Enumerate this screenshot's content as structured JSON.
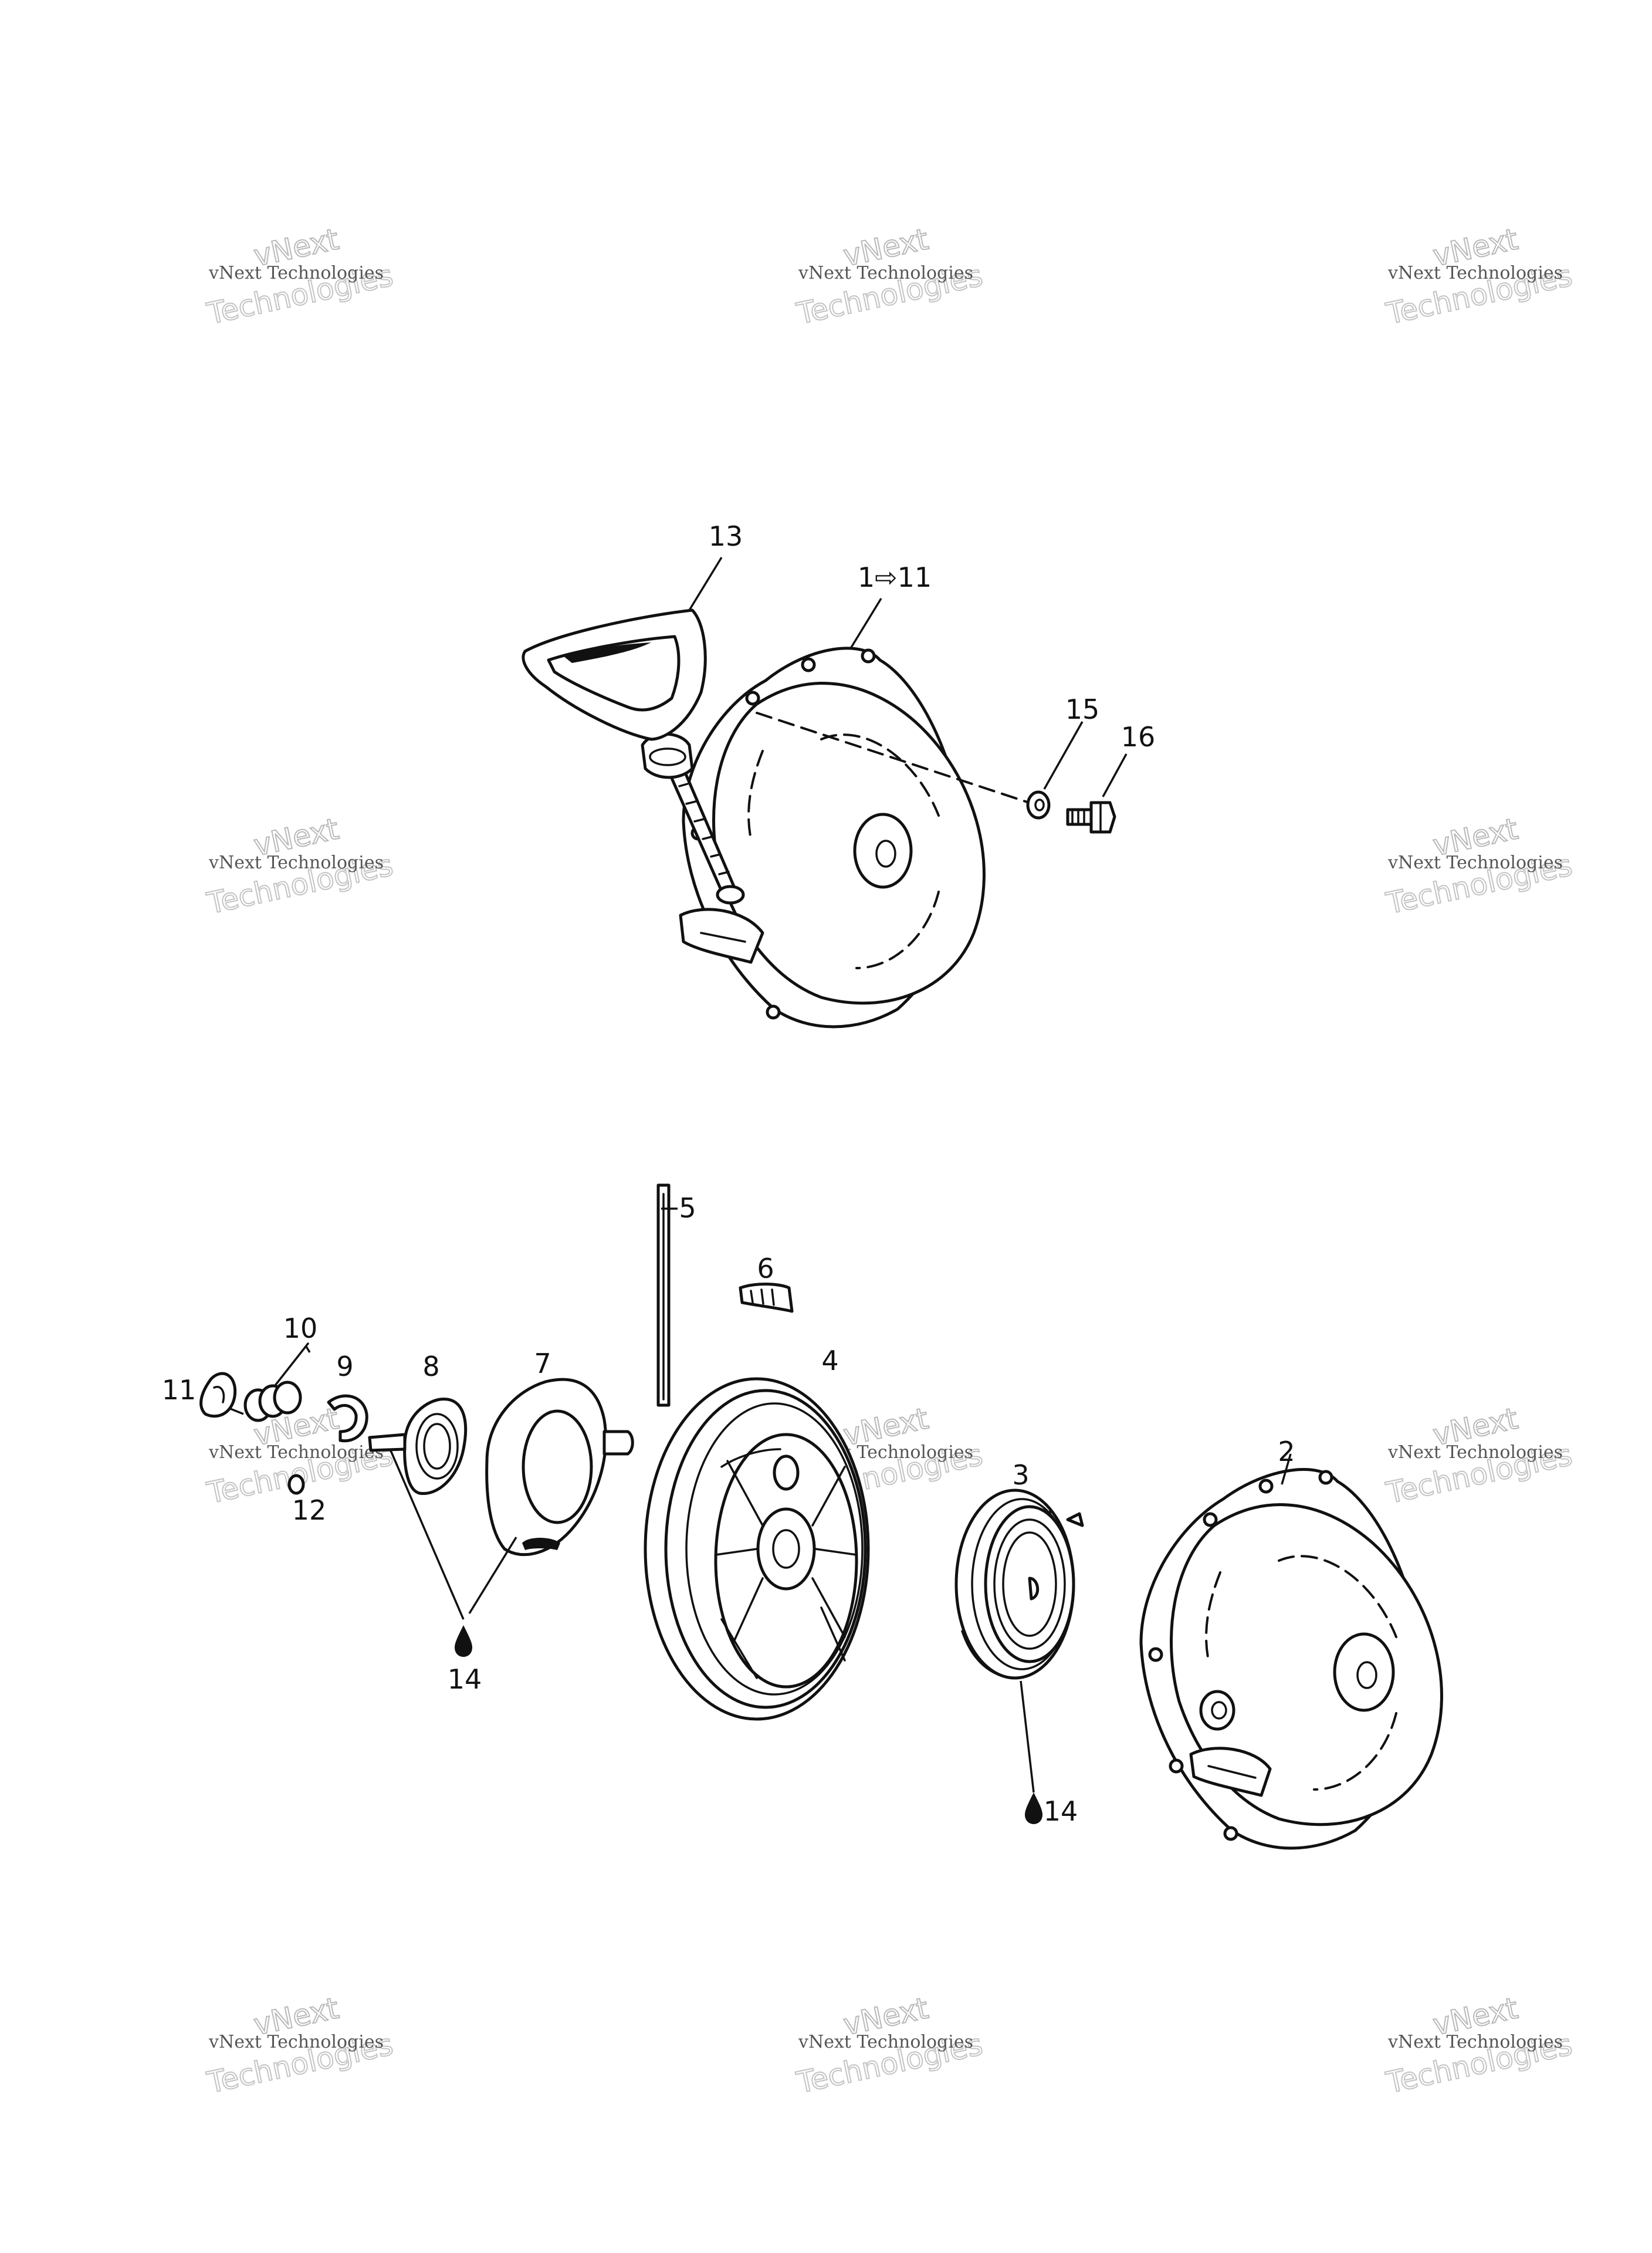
{
  "callouts": {
    "c13": "13",
    "c1to11": "1⇨11",
    "c15": "15",
    "c16": "16",
    "c5": "5",
    "c6": "6",
    "c10": "10",
    "c9": "9",
    "c8": "8",
    "c7": "7",
    "c4": "4",
    "c11": "11",
    "c12": "12",
    "c3": "3",
    "c2": "2",
    "c14a": "14",
    "c14b": "14"
  },
  "watermark": {
    "line1": "vNext Technologies",
    "line2": "vNext",
    "line3": "Technologies"
  },
  "icons": [
    "lubricant-drop-icon"
  ]
}
